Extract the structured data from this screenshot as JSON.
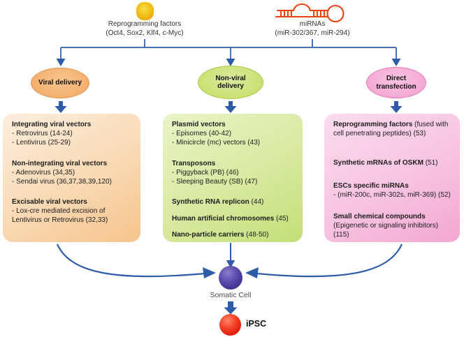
{
  "top": {
    "factors": {
      "icon": "protein-blob-icon",
      "label": "Reprogramming factors",
      "sublabel": "(Oct4, Sox2, Klf4, c-Myc)"
    },
    "mirnas": {
      "icon": "mirna-hairpin-icon",
      "label": "miRNAs",
      "sublabel": "(miR-302/367, miR-294)"
    }
  },
  "ovals": {
    "viral": {
      "label": "Viral delivery"
    },
    "nonviral": {
      "label": "Non-viral delivery"
    },
    "direct": {
      "label": "Direct transfection"
    }
  },
  "boxes": {
    "viral": {
      "groups": [
        {
          "title": "Integrating viral vectors",
          "lines": [
            "- Retrovirus (14-24)",
            "- Lentivirus (25-29)"
          ]
        },
        {
          "title": "Non-integrating viral vectors",
          "lines": [
            "- Adenovirus (34,35)",
            "- Sendai virus (36,37,38,39,120)"
          ]
        },
        {
          "title": "Excisable viral vectors",
          "lines": [
            "- Lox-cre mediated excision of Lentivirus or Retrovirus (32,33)"
          ]
        }
      ]
    },
    "nonviral": {
      "groups": [
        {
          "title": "Plasmid vectors",
          "lines": [
            "- Episomes (40-42)",
            "- Minicircle (mc) vectors (43)"
          ]
        },
        {
          "title": "Transposons",
          "lines": [
            "- Piggyback (PB) (46)",
            "- Sleeping Beauty (SB) (47)"
          ]
        },
        {
          "title": "Synthetic RNA replicon",
          "ref": "(44)"
        },
        {
          "title": "Human artificial chromosomes",
          "ref": "(45)"
        },
        {
          "title": "Nano-particle carriers",
          "ref": "(48-50)"
        }
      ]
    },
    "direct": {
      "groups": [
        {
          "title": "Reprogramming factors",
          "ref": "(fused with cell penetrating peptides) (53)"
        },
        {
          "title": "Synthetic mRNAs of OSKM",
          "ref": "(51)"
        },
        {
          "title": "ESCs specific miRNAs",
          "lines": [
            "- (miR-200c, miR-302s, miR-369) (52)"
          ]
        },
        {
          "title": "Small chemical compounds",
          "lines": [
            "(Epigenetic or signaling inhibitors) (115)"
          ]
        }
      ]
    }
  },
  "cells": {
    "somatic": {
      "icon": "purple-sphere",
      "label": "Somatic Cell"
    },
    "ipsc": {
      "icon": "red-sphere",
      "label": "iPSC"
    }
  },
  "colors": {
    "arrow_blue": "#2e5ca8",
    "mirna_icon": "#e8440e",
    "factor_blob": "#f2bb13",
    "viral_oval": "#f5b171",
    "nonviral_oval": "#cde178",
    "direct_oval": "#f6aed6",
    "viral_box": "#f6c48c",
    "nonviral_box": "#c3df77",
    "direct_box": "#f3a7d1",
    "somatic_cell": "#5747ab",
    "ipsc_cell": "#e82112"
  }
}
